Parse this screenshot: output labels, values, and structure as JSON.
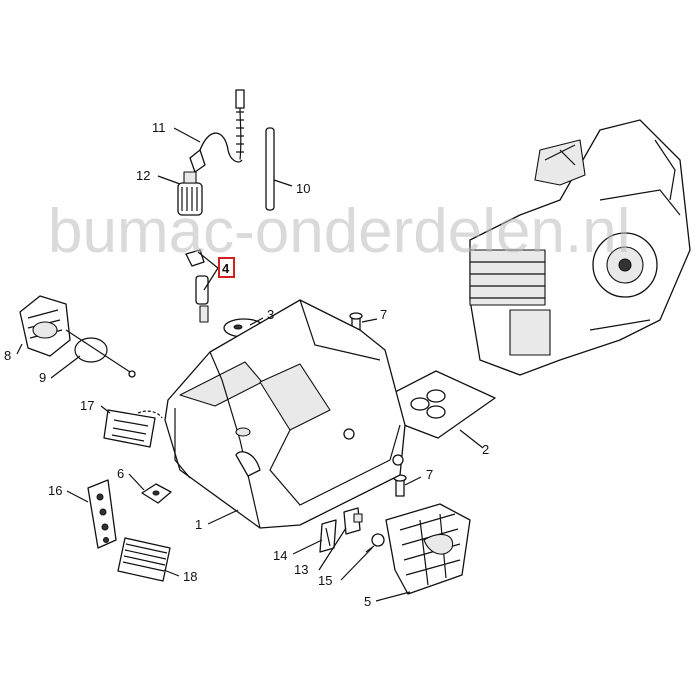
{
  "watermark": "bumac-onderdelen.nl",
  "highlight_color": "#d21f1f",
  "callouts": {
    "c1": "1",
    "c2": "2",
    "c3": "3",
    "c4": "4",
    "c5": "5",
    "c6": "6",
    "c7a": "7",
    "c7b": "7",
    "c8": "8",
    "c9": "9",
    "c10": "10",
    "c11": "11",
    "c12": "12",
    "c13": "13",
    "c14": "14",
    "c15": "15",
    "c16": "16",
    "c17": "17",
    "c18": "18"
  }
}
